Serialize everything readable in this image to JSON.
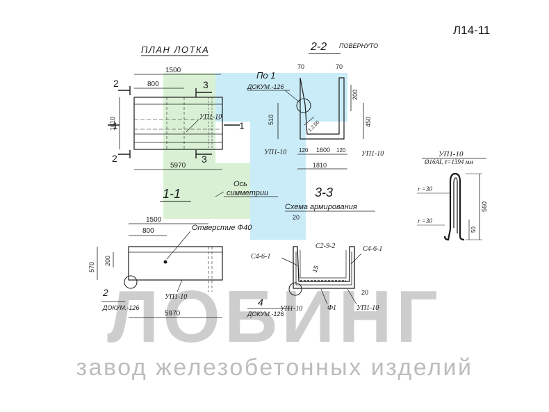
{
  "sheet_code": "Л14-11",
  "plan": {
    "title": "ПЛАН ЛОТКА",
    "dim_1500": "1500",
    "dim_800": "800",
    "dim_1810": "1810",
    "dim_5970": "5970",
    "sec_2": "2",
    "sec_3": "3",
    "sec_1": "1",
    "label_up": "УП1-10"
  },
  "section22": {
    "title": "2-2",
    "title_note": "ПОВЕРНУТО",
    "pos_label": "По 1",
    "pos_doc": "ДОКУМ.-126",
    "dim_70_left": "70",
    "dim_70_right": "70",
    "dim_200": "200",
    "dim_510": "510",
    "dim_450": "450",
    "dim_1600": "1600",
    "dim_120_left": "120",
    "dim_120_right": "120",
    "dim_1810": "1810",
    "angle": "1:2,50",
    "label_up_left": "УП1-10",
    "label_up_right": "УП1-10"
  },
  "section11": {
    "title": "1-1",
    "axis_line1": "Ось",
    "axis_line2": "симметрии",
    "dim_1500": "1500",
    "dim_800": "800",
    "hole": "Отверстие Ф40",
    "dim_570": "570",
    "dim_200": "200",
    "node_num": "2",
    "node_doc": "ДОКУМ.-126",
    "label_up": "УП1-10",
    "dim_5970": "5970"
  },
  "section33": {
    "title": "3-3",
    "subtitle": "Схема армирования",
    "dim_20_top": "20",
    "dim_20_right": "20",
    "c2": "С2-9-2",
    "c4_left": "С4-6-1",
    "c4_right": "С4-6-1",
    "dim_15": "15",
    "node_num": "4",
    "node_doc": "ДОКУМ.-126",
    "label_up_left": "УП1-10",
    "f1": "Ф1",
    "label_up_right": "УП1-10"
  },
  "loop": {
    "title": "УП1-10",
    "spec": "Ø16АI, ℓ=1394 мм",
    "r_top": "r =30",
    "r_bottom": "r =30",
    "dim_560": "560",
    "dim_50": "50"
  },
  "watermark": {
    "brand": "ЛОБИНГ",
    "tagline": "завод железобетонных изделий"
  },
  "colors": {
    "line": "#1a1a1a",
    "logo_green": "#d9f0d4",
    "logo_blue": "#c9ecf8",
    "watermark_gray": "#bdbdbd"
  }
}
